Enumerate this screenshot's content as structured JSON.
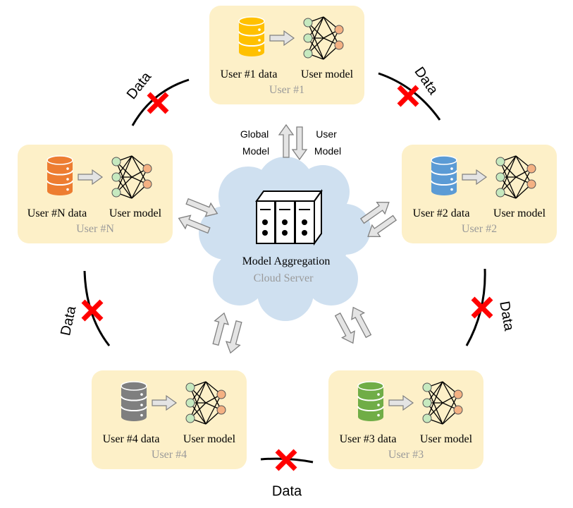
{
  "server": {
    "title": "Model Aggregation",
    "subtitle": "Cloud Server"
  },
  "users": [
    {
      "id": "1",
      "data_label": "User #1 data",
      "model_label": "User model",
      "name": "User #1",
      "db_color": "#ffc000"
    },
    {
      "id": "2",
      "data_label": "User #2 data",
      "model_label": "User model",
      "name": "User #2",
      "db_color": "#5b9bd5"
    },
    {
      "id": "3",
      "data_label": "User #3 data",
      "model_label": "User model",
      "name": "User #3",
      "db_color": "#70ad47"
    },
    {
      "id": "4",
      "data_label": "User #4 data",
      "model_label": "User model",
      "name": "User #4",
      "db_color": "#7f7f7f"
    },
    {
      "id": "N",
      "data_label": "User #N data",
      "model_label": "User model",
      "name": "User #N",
      "db_color": "#ed7d31"
    }
  ],
  "flow_labels": {
    "global": [
      "Global",
      "Model"
    ],
    "user": [
      "User",
      "Model"
    ]
  },
  "data_label": "Data",
  "colors": {
    "card_bg": "#fdf0c8",
    "cloud": "#cfe0f0",
    "node_input": "#c6e9bf",
    "node_output": "#f4b183",
    "cross": "#ff0000",
    "arrow_fill": "#e4e4e4",
    "arrow_stroke": "#7f7f7f",
    "user_name": "#9a9a9a"
  }
}
